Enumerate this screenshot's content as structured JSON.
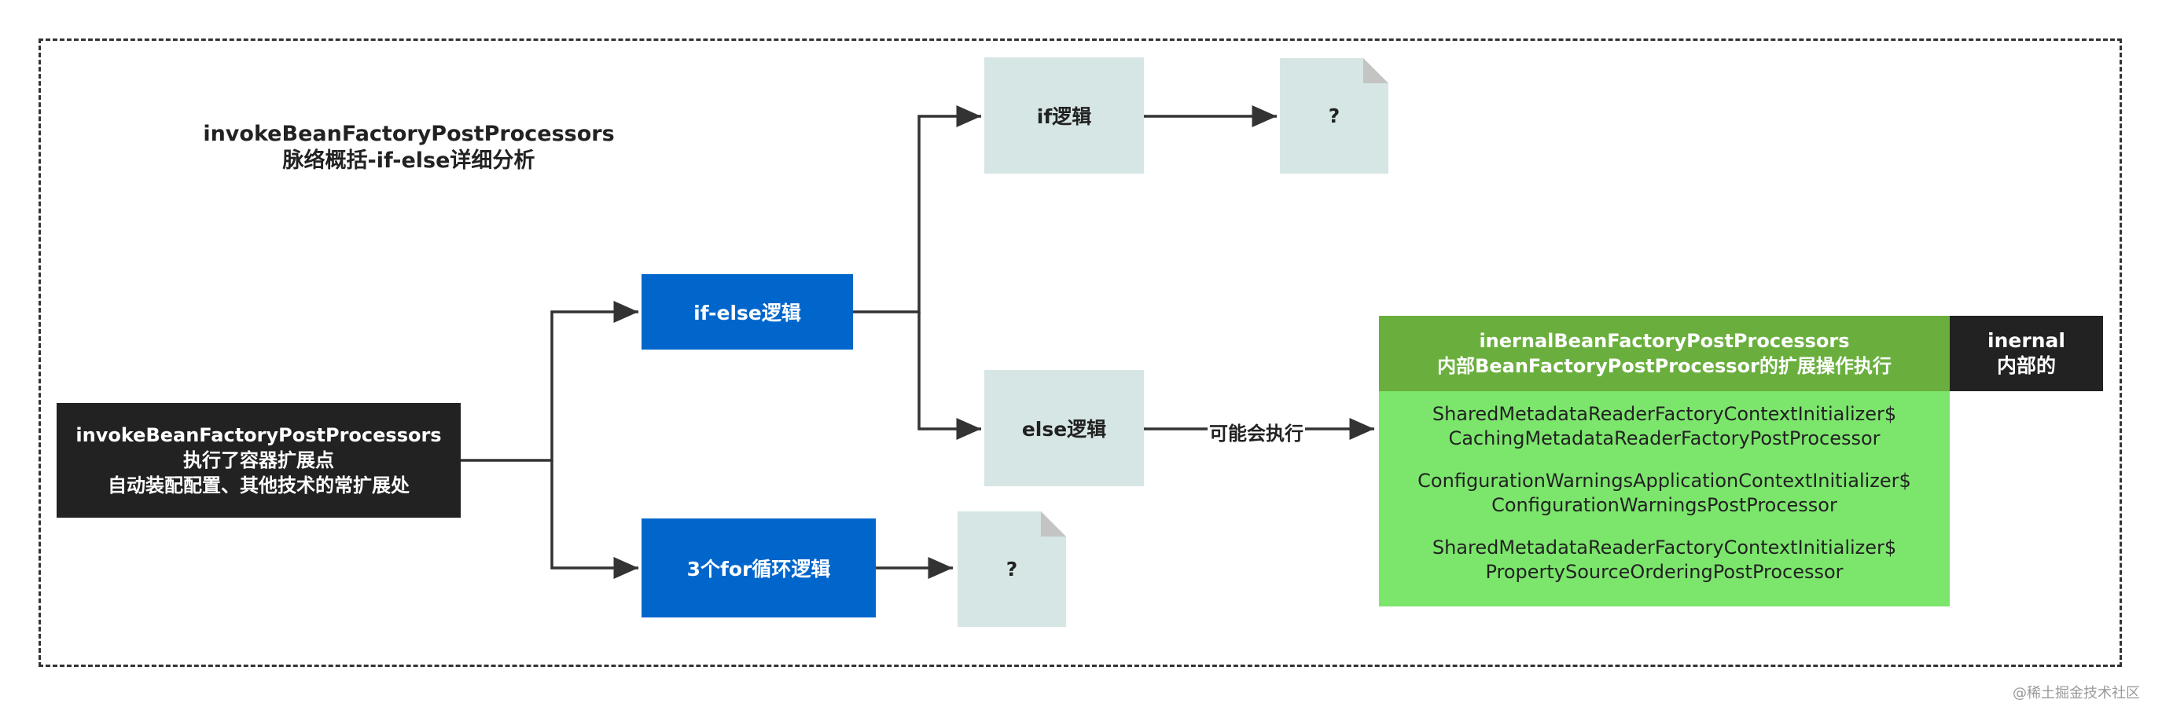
{
  "title": {
    "line1": "invokeBeanFactoryPostProcessors",
    "line2": "脉络概括-if-else详细分析"
  },
  "nodes": {
    "root": {
      "line1": "invokeBeanFactoryPostProcessors",
      "line2": "执行了容器扩展点",
      "line3": "自动装配配置、其他技术的常扩展处"
    },
    "ifelse": {
      "label": "if-else逻辑"
    },
    "forloop": {
      "label": "3个for循环逻辑"
    },
    "if_logic": {
      "label": "if逻辑"
    },
    "else_logic": {
      "label": "else逻辑"
    },
    "if_result": {
      "label": "?"
    },
    "for_result": {
      "label": "?"
    },
    "internal": {
      "header_line1": "inernalBeanFactoryPostProcessors",
      "header_line2": "内部BeanFactoryPostProcessor的扩展操作执行",
      "items": [
        {
          "line1": "SharedMetadataReaderFactoryContextInitializer$",
          "line2": "CachingMetadataReaderFactoryPostProcessor"
        },
        {
          "line1": "ConfigurationWarningsApplicationContextInitializer$",
          "line2": "ConfigurationWarningsPostProcessor"
        },
        {
          "line1": "SharedMetadataReaderFactoryContextInitializer$",
          "line2": "PropertySourceOrderingPostProcessor"
        }
      ]
    },
    "tag": {
      "line1": "inernal",
      "line2": "内部的"
    }
  },
  "edges": {
    "else_to_internal_label": "可能会执行"
  },
  "watermark": "@稀土掘金技术社区",
  "colors": {
    "dark": "#222222",
    "blue": "#0066cc",
    "gray": "#d6e6e4",
    "green_header": "#6aaf3e",
    "green_body": "#7ce66c",
    "line": "#333333"
  }
}
